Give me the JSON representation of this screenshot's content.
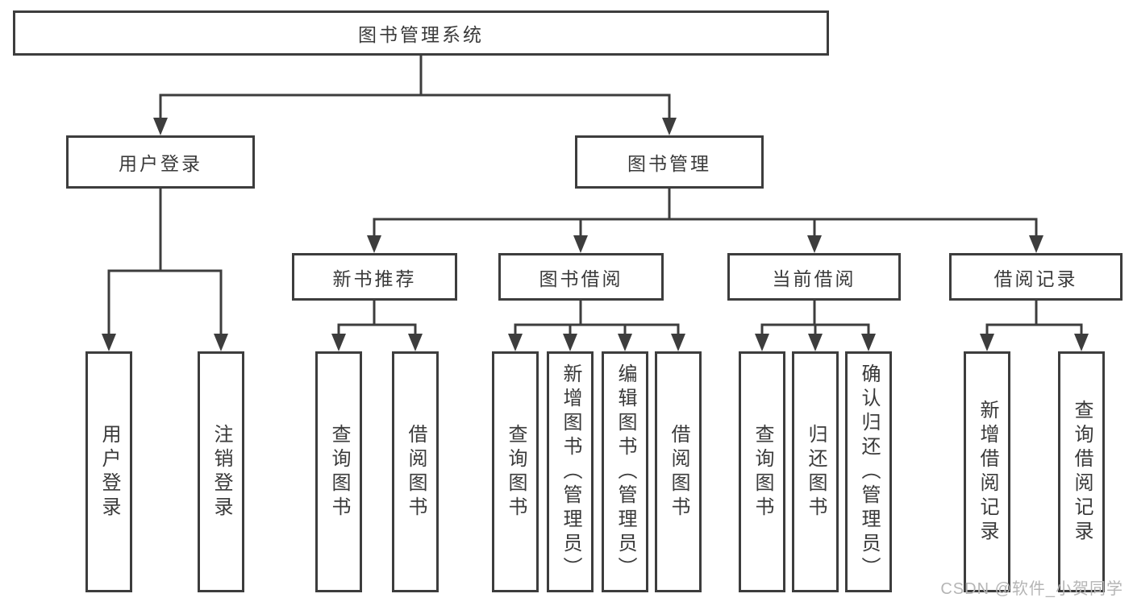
{
  "diagram": {
    "root": {
      "label": "图书管理系统"
    },
    "level2": {
      "user_login": {
        "label": "用户登录"
      },
      "book_mgmt": {
        "label": "图书管理"
      }
    },
    "level3": {
      "new_book_rec": {
        "label": "新书推荐"
      },
      "book_borrow": {
        "label": "图书借阅"
      },
      "current_borrow": {
        "label": "当前借阅"
      },
      "borrow_records": {
        "label": "借阅记录"
      }
    },
    "leaves": {
      "login": "用户登录",
      "logout": "注销登录",
      "rec_query_books": "查询图书",
      "rec_borrow_books": "借阅图书",
      "bb_query_books": "查询图书",
      "bb_add_books": "新增图书（管理员）",
      "bb_edit_books": "编辑图书（管理员）",
      "bb_borrow_books": "借阅图书",
      "cb_query_books": "查询图书",
      "cb_return_books": "归还图书",
      "cb_confirm_return": "确认归还（管理员）",
      "br_add_record": "新增借阅记录",
      "br_query_record": "查询借阅记录"
    },
    "structure": {
      "图书管理系统": [
        "用户登录",
        "图书管理"
      ],
      "用户登录": [
        "用户登录",
        "注销登录"
      ],
      "图书管理": [
        "新书推荐",
        "图书借阅",
        "当前借阅",
        "借阅记录"
      ],
      "新书推荐": [
        "查询图书",
        "借阅图书"
      ],
      "图书借阅": [
        "查询图书",
        "新增图书（管理员）",
        "编辑图书（管理员）",
        "借阅图书"
      ],
      "当前借阅": [
        "查询图书",
        "归还图书",
        "确认归还（管理员）"
      ],
      "借阅记录": [
        "新增借阅记录",
        "查询借阅记录"
      ]
    },
    "watermark": "CSDN @软件_小贺同学"
  },
  "colors": {
    "line": "#3d3d3d",
    "border": "#3d3d3d",
    "text": "#3a3a3a",
    "watermark": "#b5b5b5",
    "background": "#ffffff"
  }
}
